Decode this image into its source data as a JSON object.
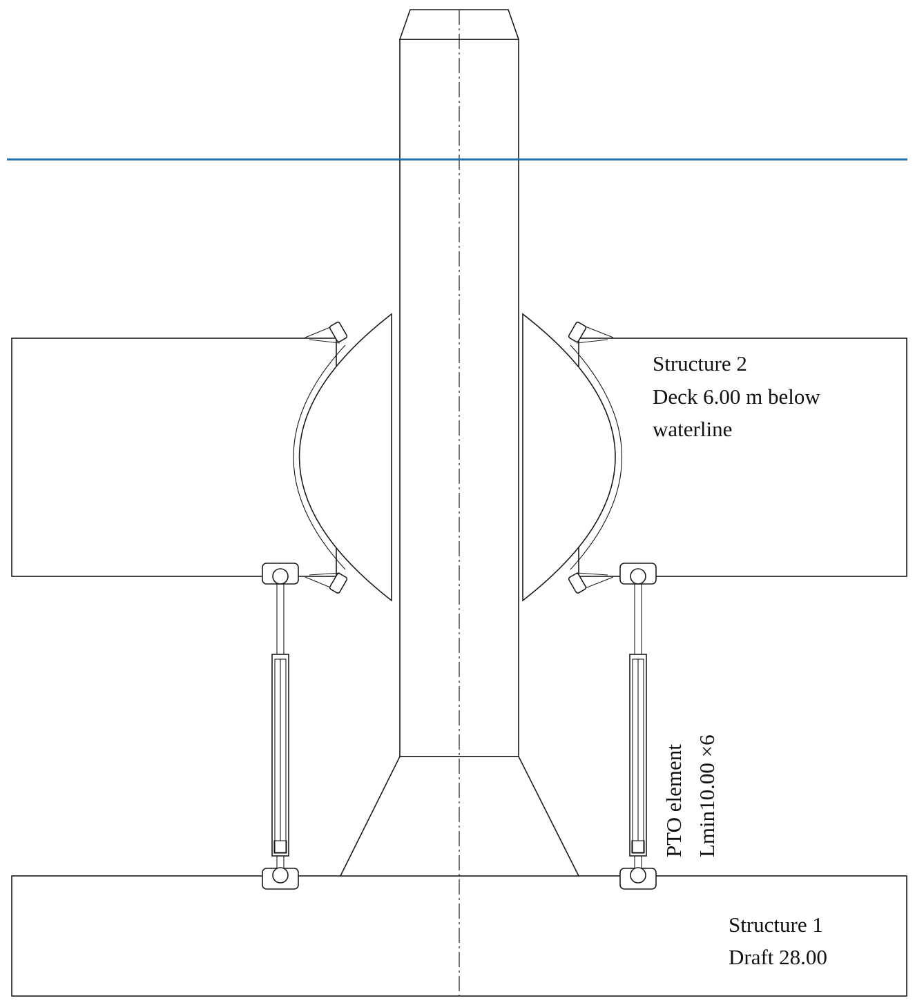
{
  "colors": {
    "waterline": "#1f6fb2",
    "line": "#1a1a1a"
  },
  "labels": {
    "structure2": {
      "line1": "Structure 2",
      "line2": "Deck 6.00 m below",
      "line3": "waterline"
    },
    "structure1": {
      "line1": "Structure 1",
      "line2": "Draft 28.00"
    },
    "pto": {
      "line1": "PTO element",
      "line2": "Lmin10.00 ×6"
    }
  }
}
